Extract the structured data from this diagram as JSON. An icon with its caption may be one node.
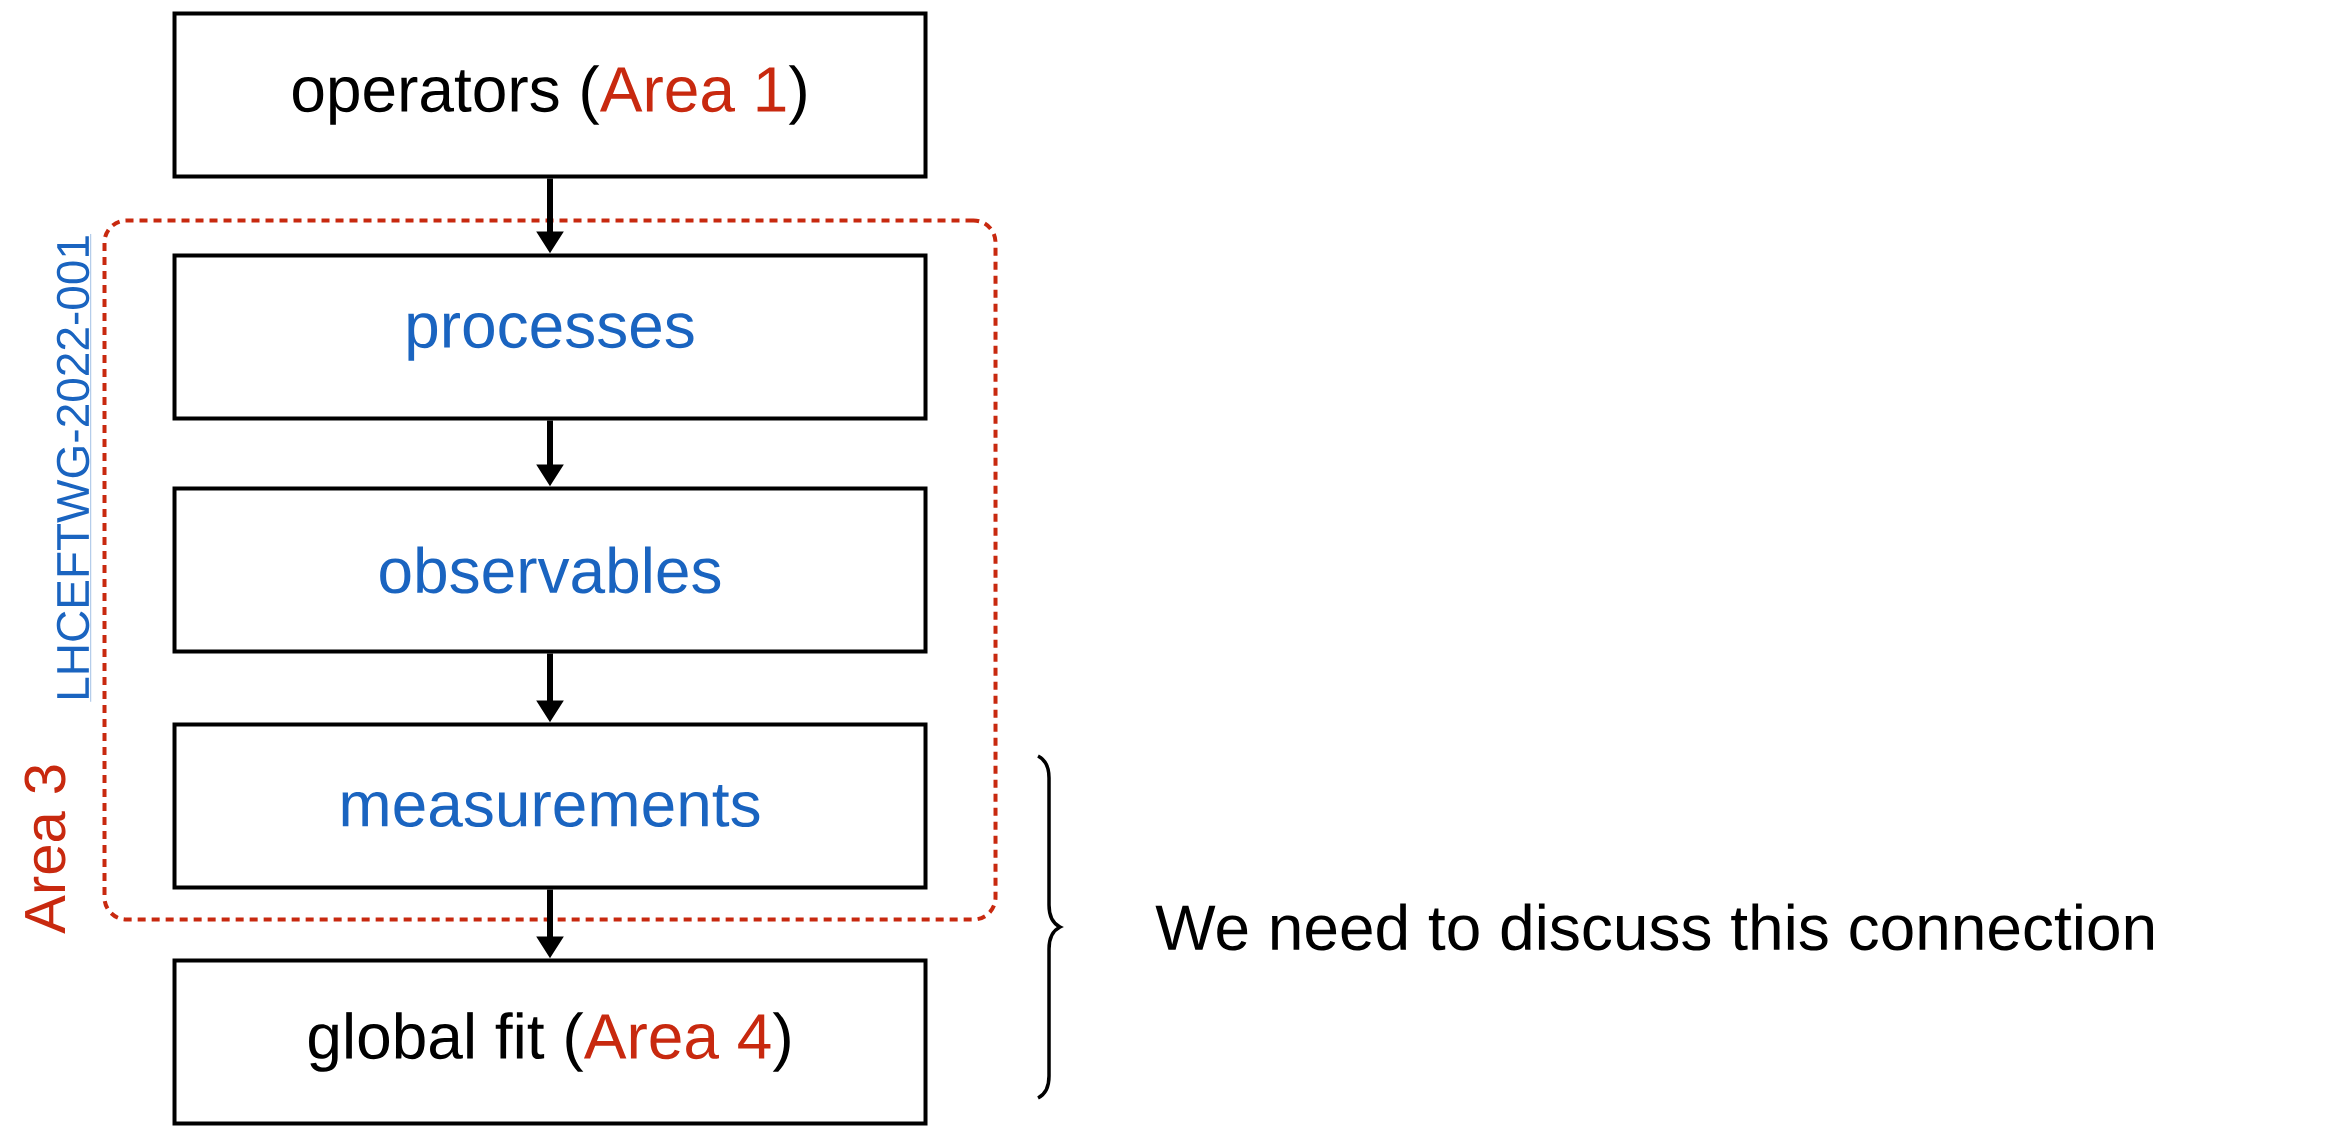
{
  "diagram": {
    "nodes": [
      {
        "text": [
          "operators (",
          "Area 1",
          ")"
        ]
      },
      {
        "text": [
          "Area 3",
          "LHCEFTWG-2022-001"
        ]
      },
      {
        "text": [
          "processes"
        ],
        "in": 1
      },
      {
        "text": [
          "observables"
        ],
        "in": 1
      },
      {
        "text": [
          "measurements"
        ],
        "in": 1
      },
      {
        "text": [
          "global fit (",
          "Area 4",
          ")"
        ]
      }
    ],
    "edges": [
      {
        "from": 0,
        "to": 2,
        "arrow": "to"
      },
      {
        "from": 2,
        "to": 3,
        "arrow": "to"
      },
      {
        "from": 3,
        "to": 4,
        "arrow": "to"
      },
      {
        "from": 4,
        "to": 5,
        "arrow": "to"
      }
    ],
    "labels": [
      "We need to discuss this connection"
    ]
  }
}
